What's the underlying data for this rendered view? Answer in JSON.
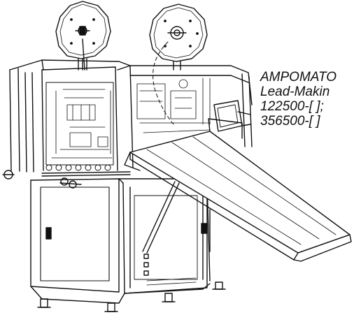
{
  "caption": {
    "line1": "AMPOMATO",
    "line2": "Lead-Makin",
    "line3": "122500-[ ];",
    "line4": "356500-[ ]"
  }
}
